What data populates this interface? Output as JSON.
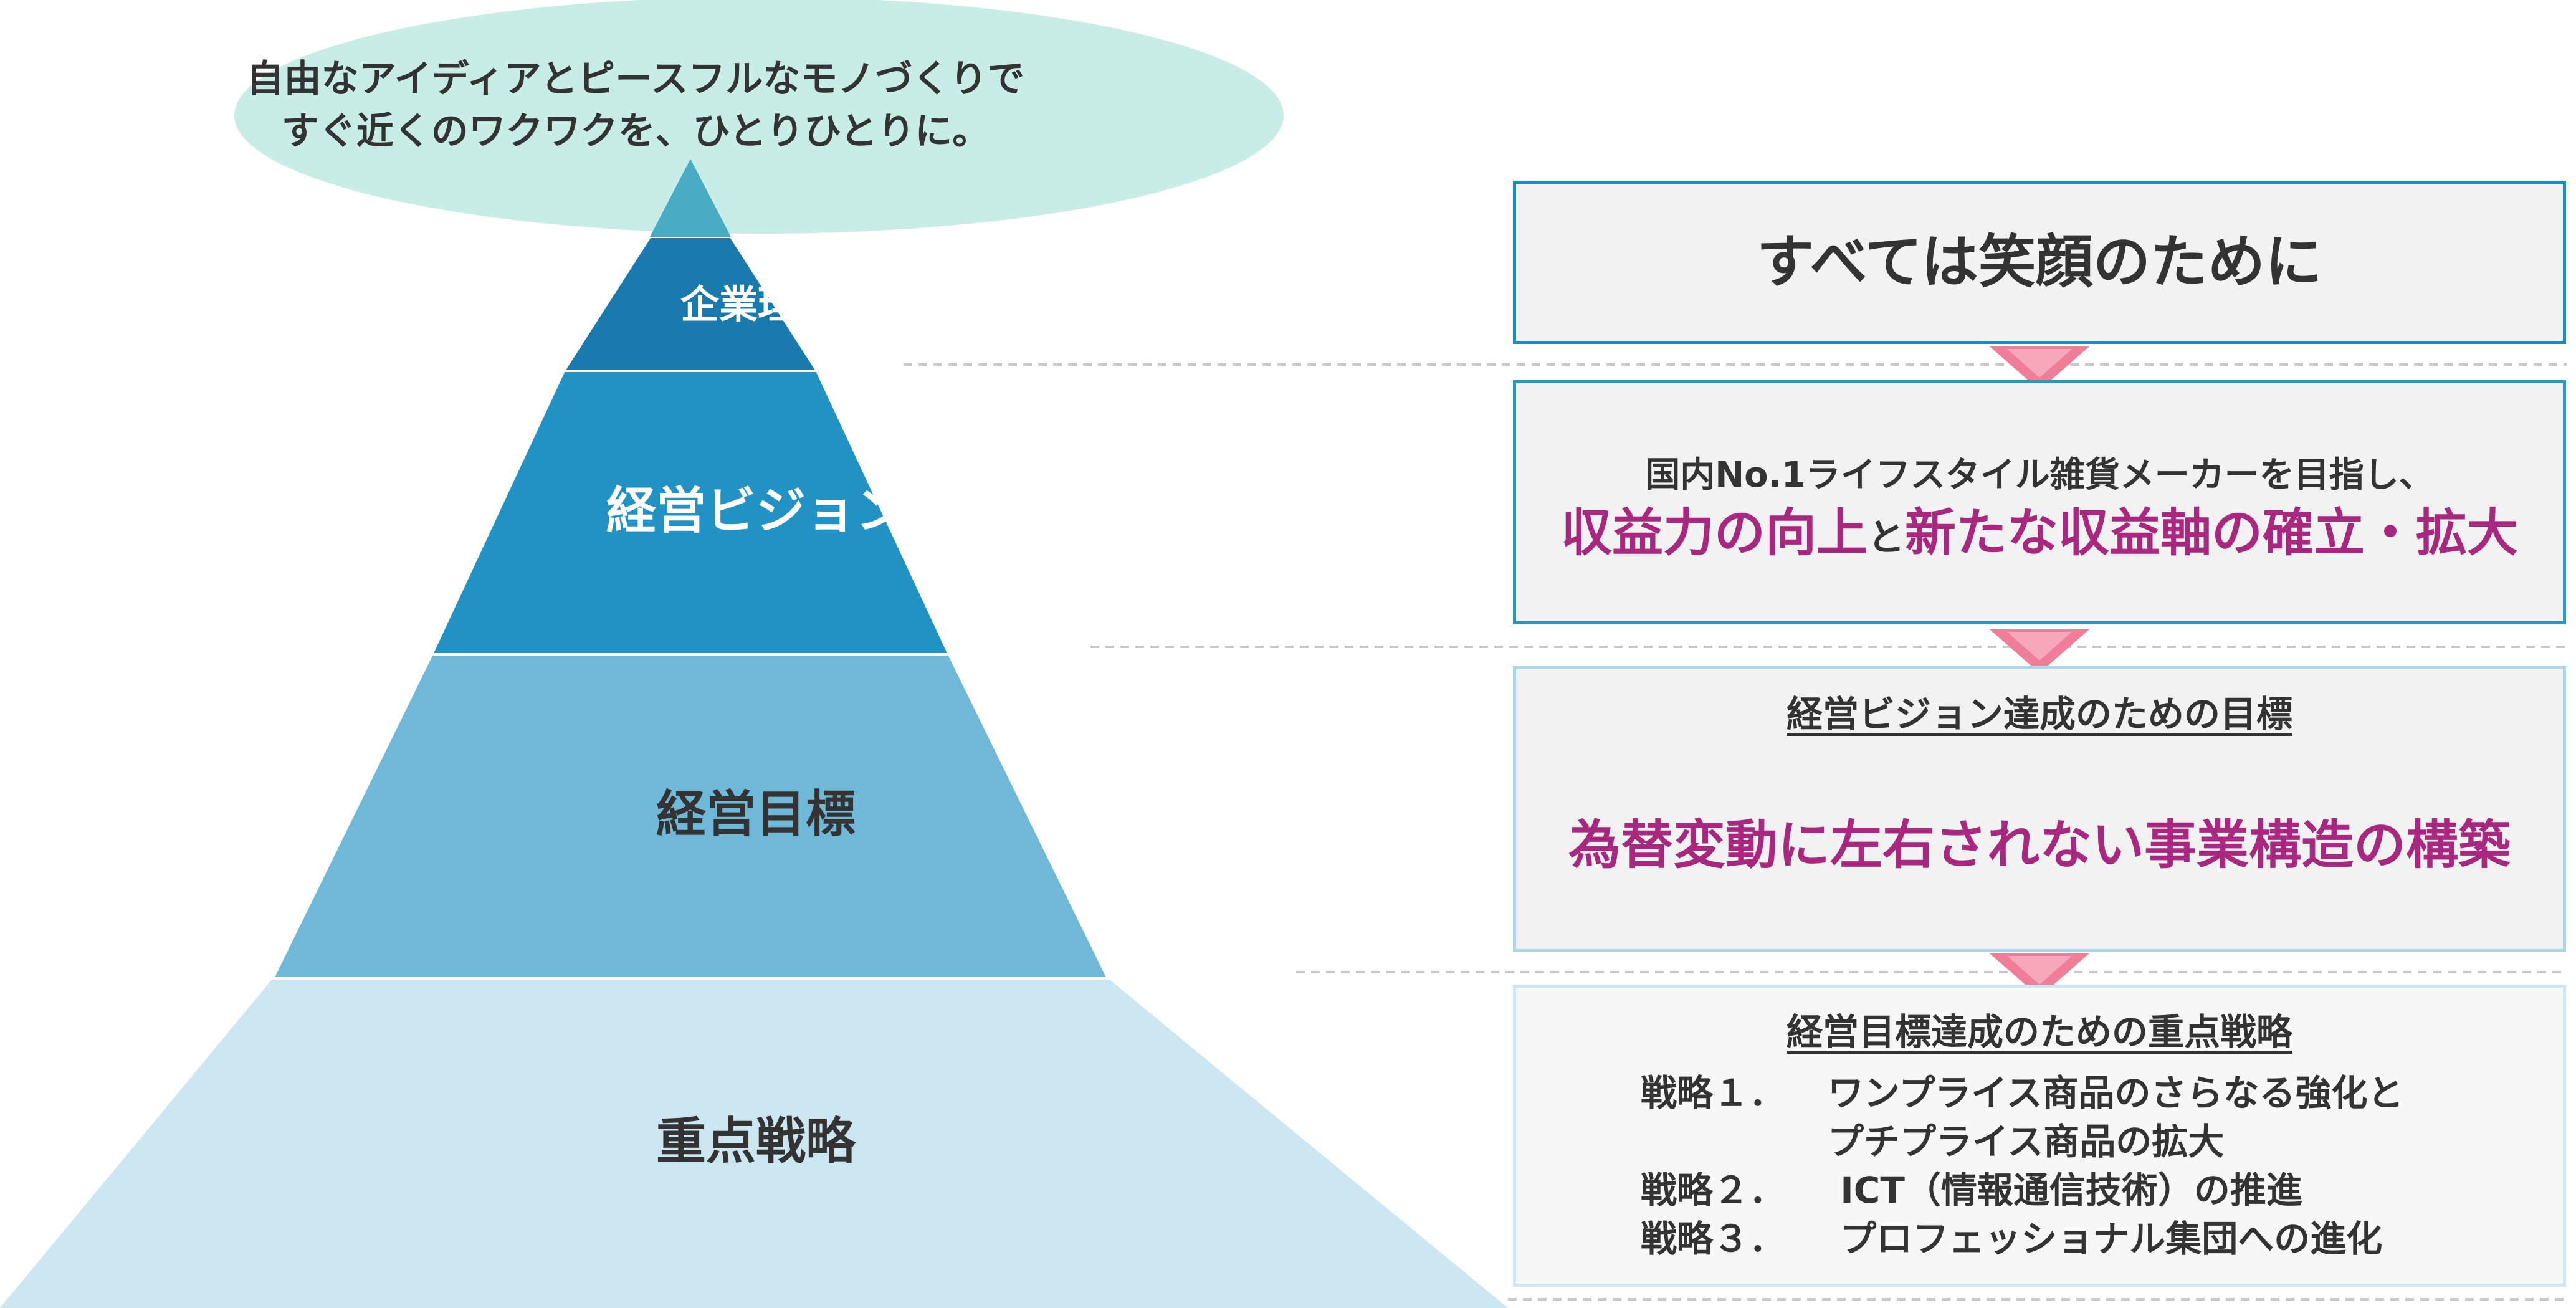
{
  "philosophy_statement": {
    "line1": "自由なアイディアとピースフルなモノづくりで",
    "line2": "すぐ近くのワクワクを、ひとりひとりに。"
  },
  "pyramid": {
    "levels": [
      {
        "label": "企業理念",
        "color": "#1a7aad"
      },
      {
        "label": "経営ビジョン",
        "color": "#2292c4"
      },
      {
        "label": "経営目標",
        "color": "#6fb8d8"
      },
      {
        "label": "重点戦略",
        "color": "#cce7f1"
      }
    ],
    "bubble_color": "#c8ede6",
    "apex_color": "#4aabc5"
  },
  "panels": {
    "philosophy": {
      "text": "すべては笑顔のために"
    },
    "vision": {
      "line1": "国内No.1ライフスタイル雑貨メーカーを目指し、",
      "part_a": "収益力の向上",
      "connector": "と",
      "part_b": "新たな収益軸の確立・拡大"
    },
    "goal": {
      "heading": "経営ビジョン達成のための目標",
      "main": "為替変動に左右されない事業構造の構築"
    },
    "strategy": {
      "heading": "経営目標達成のための重点戦略",
      "items": [
        {
          "label": "戦略１．",
          "text": "ワンプライス商品のさらなる強化と",
          "cont": "プチプライス商品の拡大"
        },
        {
          "label": "戦略２．",
          "text": " ICT（情報通信技術）の推進"
        },
        {
          "label": "戦略３．",
          "text": " プロフェッショナル集団への進化"
        }
      ]
    }
  },
  "colors": {
    "accent_magenta": "#a8287f",
    "arrow_pink": "#f07e99"
  }
}
